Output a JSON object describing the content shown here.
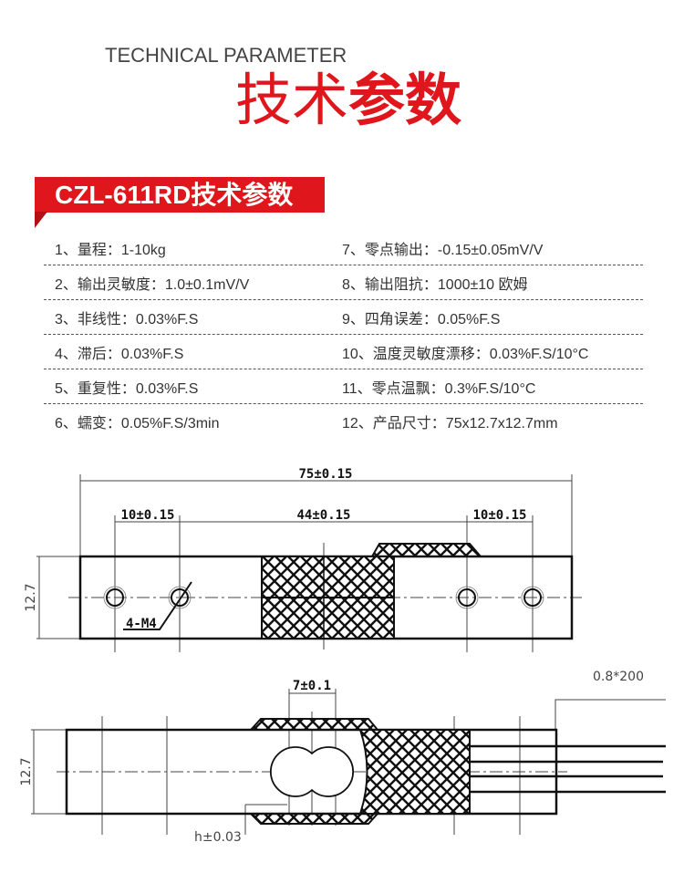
{
  "header": {
    "en_title": "TECHNICAL PARAMETER",
    "cn_title_thin": "技术",
    "cn_title_bold": "参数"
  },
  "banner": {
    "label": "CZL-611RD技术参数"
  },
  "params": [
    {
      "left": "1、量程：1-10kg",
      "right": "7、零点输出：-0.15±0.05mV/V"
    },
    {
      "left": "2、输出灵敏度：1.0±0.1mV/V",
      "right": "8、输出阻抗：1000±10 欧姆"
    },
    {
      "left": "3、非线性：0.03%F.S",
      "right": "9、四角误差：0.05%F.S"
    },
    {
      "left": "4、滞后：0.03%F.S",
      "right": "10、温度灵敏度漂移：0.03%F.S/10°C"
    },
    {
      "left": "5、重复性：0.03%F.S",
      "right": "11、零点温飘：0.3%F.S/10°C"
    },
    {
      "left": "6、蠕变：0.05%F.S/3min",
      "right": "12、产品尺寸：75x12.7x12.7mm"
    }
  ],
  "drawing": {
    "top_view": {
      "total_length": "75±0.15",
      "left_spacing": "10±0.15",
      "center_spacing": "44±0.15",
      "right_spacing": "10±0.15",
      "height": "12.7",
      "hole_label": "4-M4"
    },
    "side_view": {
      "hole_width": "7±0.1",
      "cable": "0.8*200",
      "height": "12.7",
      "web": "h±0.03"
    }
  },
  "colors": {
    "accent": "#e0161d"
  }
}
